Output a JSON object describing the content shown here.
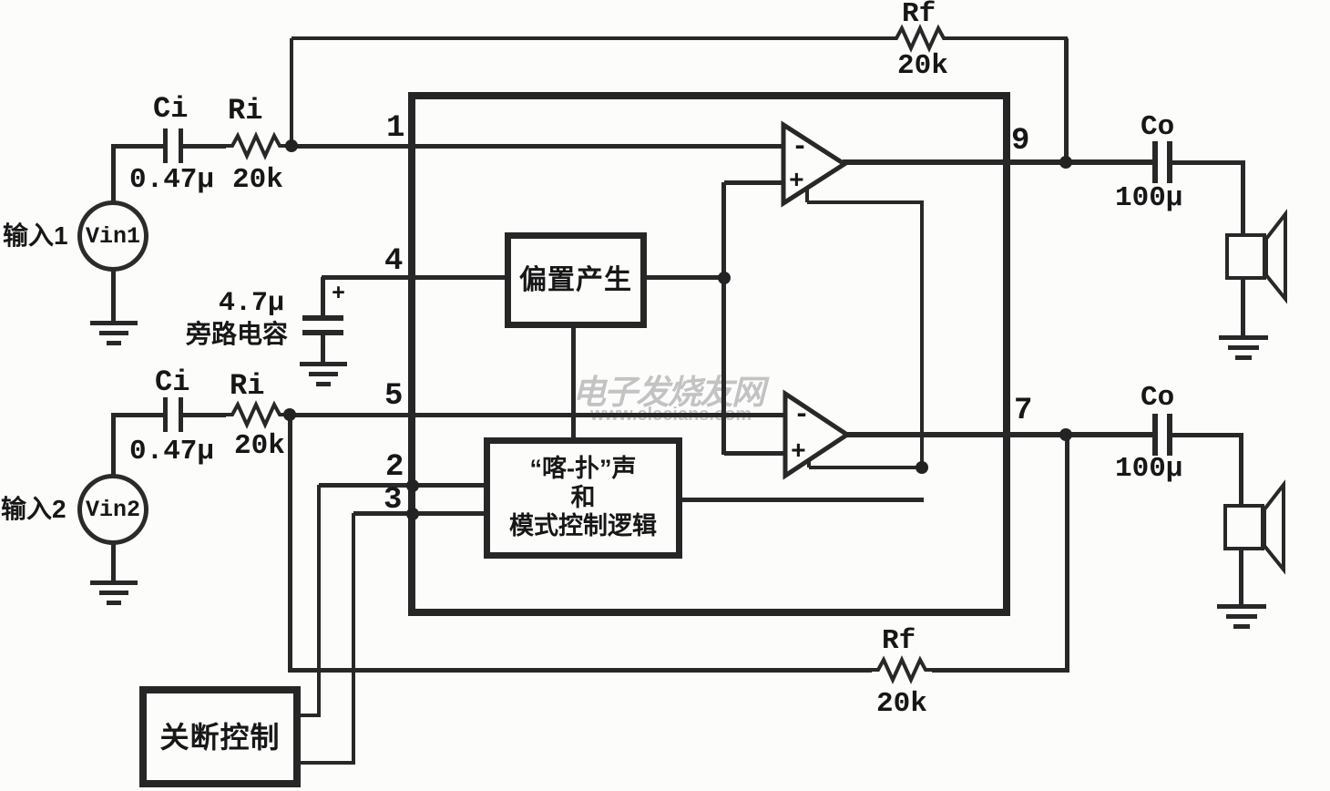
{
  "watermark": {
    "title": "电子发烧友网",
    "url": "www.elecians.com"
  },
  "inputs": {
    "input1_label": "输入1",
    "vin1_label": "Vin1",
    "input2_label": "输入2",
    "vin2_label": "Vin2"
  },
  "components": {
    "ci1_name": "Ci",
    "ci1_value": "0.47μ",
    "ri1_name": "Ri",
    "ri1_value": "20k",
    "ci2_name": "Ci",
    "ci2_value": "0.47μ",
    "ri2_name": "Ri",
    "ri2_value": "20k",
    "rf_top_name": "Rf",
    "rf_top_value": "20k",
    "rf_bottom_name": "Rf",
    "rf_bottom_value": "20k",
    "co1_name": "Co",
    "co1_value": "100μ",
    "co2_name": "Co",
    "co2_value": "100μ",
    "bypass_value": "4.7μ",
    "bypass_label": "旁路电容",
    "bypass_polarity": "+"
  },
  "ic": {
    "pin1": "1",
    "pin4": "4",
    "pin5": "5",
    "pin2": "2",
    "pin3": "3",
    "pin9": "9",
    "pin7": "7",
    "bias_block_label": "偏置产生",
    "logic_block_line1": "“喀-扑”声",
    "logic_block_line2": "和",
    "logic_block_line3": "模式控制逻辑",
    "opamp1_minus": "-",
    "opamp1_plus": "+",
    "opamp2_minus": "-",
    "opamp2_plus": "+"
  },
  "shutdown": {
    "label": "关断控制"
  }
}
